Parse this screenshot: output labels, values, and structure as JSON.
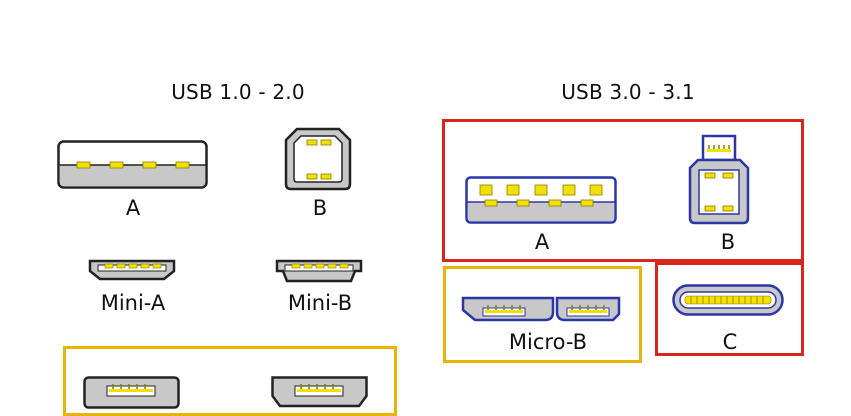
{
  "groups": {
    "usb2": {
      "title": "USB 1.0 - 2.0"
    },
    "usb3": {
      "title": "USB 3.0 - 3.1"
    }
  },
  "connectors": {
    "usb2_a": {
      "label": "A"
    },
    "usb2_b": {
      "label": "B"
    },
    "usb2_mini_a": {
      "label": "Mini-A"
    },
    "usb2_mini_b": {
      "label": "Mini-B"
    },
    "usb3_a": {
      "label": "A"
    },
    "usb3_b": {
      "label": "B"
    },
    "usb3_micro_b": {
      "label": "Micro-B"
    },
    "usb3_c": {
      "label": "C"
    }
  },
  "colors": {
    "outline_usb2": "#222222",
    "outline_usb3": "#2a35a8",
    "body_gray": "#c8c8c8",
    "pin_yellow": "#f2e000",
    "frame_red": "#d9251d",
    "frame_yellow": "#eab308"
  }
}
